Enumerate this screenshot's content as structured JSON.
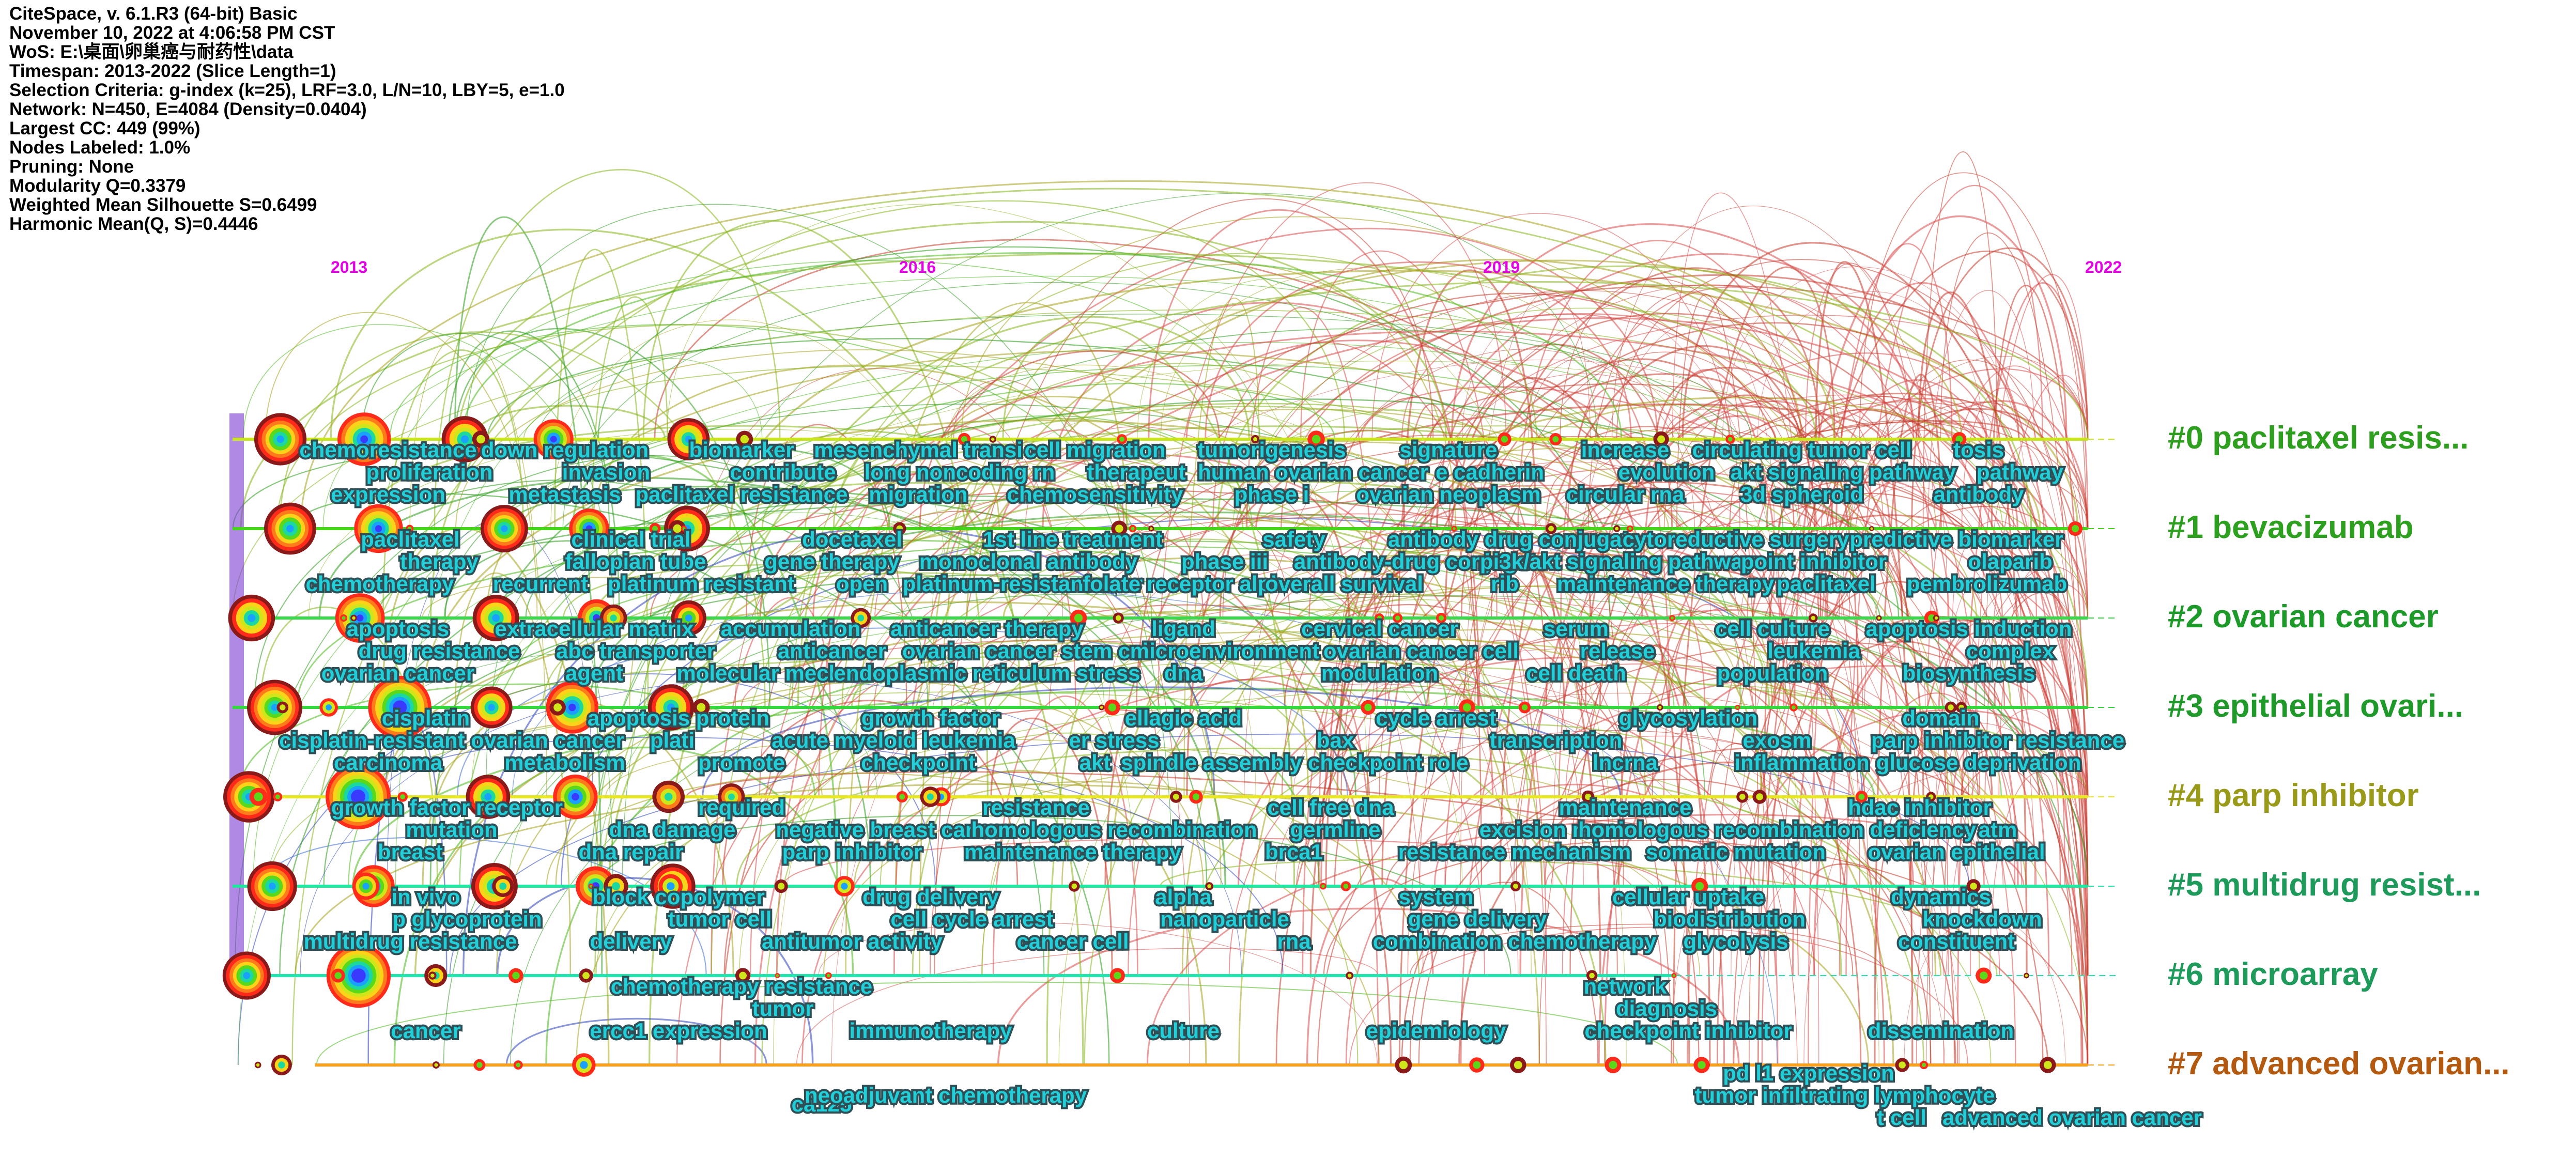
{
  "info": [
    "CiteSpace, v. 6.1.R3 (64-bit) Basic",
    "November 10, 2022 at 4:06:58 PM CST",
    "WoS: E:\\桌面\\卵巢癌与耐药性\\data",
    "Timespan: 2013-2022 (Slice Length=1)",
    "Selection Criteria: g-index (k=25), LRF=3.0, L/N=10, LBY=5, e=1.0",
    "Network: N=450, E=4084 (Density=0.0404)",
    "Largest CC: 449 (99%)",
    "Nodes Labeled: 1.0%",
    "Pruning: None",
    "Modularity Q=0.3379",
    "Weighted Mean Silhouette S=0.6499",
    "Harmonic Mean(Q, S)=0.4446"
  ],
  "years": [
    "2013",
    "2016",
    "2019",
    "2022"
  ],
  "colors": {
    "year": "#e600e6",
    "keyword_fill": "#22cfd9",
    "keyword_outline": "#2f4f57"
  },
  "clusters": [
    {
      "label": "#0 paclitaxel resis...",
      "color": "#2e9e1f",
      "line": "#c8e61a",
      "start": 2013,
      "end": 2022
    },
    {
      "label": "#1 bevacizumab",
      "color": "#2ea01f",
      "line": "#45d61a",
      "start": 2013,
      "end": 2022
    },
    {
      "label": "#2 ovarian cancer",
      "color": "#1e9a2a",
      "line": "#3ad84a",
      "start": 2013,
      "end": 2022
    },
    {
      "label": "#3 epithelial ovari...",
      "color": "#1f9a2a",
      "line": "#33d93c",
      "start": 2013,
      "end": 2022
    },
    {
      "label": "#4 parp inhibitor",
      "color": "#9a9a1a",
      "line": "#e8e822",
      "start": 2013,
      "end": 2022
    },
    {
      "label": "#5 multidrug resist...",
      "color": "#1e9a5a",
      "line": "#22e6a0",
      "start": 2013,
      "end": 2022
    },
    {
      "label": "#6 microarray",
      "color": "#1e9a5a",
      "line": "#22e6b0",
      "start": 2013,
      "end": 2020
    },
    {
      "label": "#7 advanced ovarian...",
      "color": "#b35a10",
      "line": "#f5a020",
      "start": 2013.4,
      "end": 2022
    }
  ],
  "keywords": [
    [
      [
        "chemoresistance",
        "down regulation",
        "biomarker",
        "mesenchymal transi",
        "cell migration",
        "tumorigenesis",
        "signature",
        "increase",
        "circulating tumor cell",
        "tosis"
      ],
      [
        "proliferation",
        "invasion",
        "contribute",
        "long noncoding rn",
        "therapeut",
        "human ovarian cancer",
        "e cadherin",
        "evolution",
        "akt signaling pathway",
        "pathway"
      ],
      [
        "expression",
        "metastasis",
        "paclitaxel resistance",
        "migration",
        "chemosensitivity",
        "phase i",
        "ovarian neoplasm",
        "circular rna",
        "3d spheroid",
        "antibody"
      ]
    ],
    [
      [
        "paclitaxel",
        "clinical trial",
        "docetaxel",
        "1st line treatment",
        "safety",
        "antibody drug conjugate",
        "cytoreductive surgery",
        "predictive biomarker"
      ],
      [
        "therapy",
        "fallopian tube",
        "gene therapy",
        "monoclonal antibody",
        "phase iii",
        "antibody-drug conjugate",
        "pi3k/akt signaling pathway",
        "point inhibitor",
        "olaparib"
      ],
      [
        "chemotherapy",
        "recurrent",
        "platinum resistant",
        "open",
        "platinum-resistant ovar",
        "folate receptor alph",
        "overall survival",
        "rib",
        "maintenance therapy",
        "paclitaxel",
        "pembrolizumab"
      ]
    ],
    [
      [
        "apoptosis",
        "extracellular matrix",
        "accumulation",
        "anticancer therapy",
        "ligand",
        "cervical cancer",
        "serum",
        "cell culture",
        "apoptosis induction"
      ],
      [
        "drug resistance",
        "abc transporter",
        "anticancer",
        "ovarian cancer stem cell",
        "microenvironment",
        "ovarian cancer cell",
        "release",
        "leukemia",
        "complex"
      ],
      [
        "ovarian cancer",
        "agent",
        "molecular mechanism",
        "endoplasmic reticulum stress",
        "dna",
        "modulation",
        "cell death",
        "population",
        "biosynthesis"
      ]
    ],
    [
      [
        "cisplatin",
        "apoptosis protein",
        "growth factor",
        "ellagic acid",
        "cycle arrest",
        "glycosylation",
        "domain"
      ],
      [
        "cisplatin-resistant ovarian cancer",
        "plati",
        "acute myeloid leukemia",
        "er stress",
        "bax",
        "transcription",
        "exosm",
        "parp inhibitor resistance"
      ],
      [
        "carcinoma",
        "metabolism",
        "promote",
        "checkpoint",
        "akt",
        "spindle assembly checkpoint",
        "role",
        "lncrna",
        "inflammation",
        "glucose deprivation"
      ]
    ],
    [
      [
        "growth factor receptor",
        "required",
        "resistance",
        "cell free dna",
        "maintenance",
        "hdac inhibitor"
      ],
      [
        "mutation",
        "dna damage",
        "negative breast cancer",
        "homologous recombination",
        "germline",
        "excision repair",
        "homologous recombination deficiency",
        "atm"
      ],
      [
        "breast",
        "dna repair",
        "parp inhibitor",
        "maintenance therapy",
        "brca1",
        "resistance mechanism",
        "somatic mutation",
        "ovarian epithelial"
      ]
    ],
    [
      [
        "in vivo",
        "block copolymer",
        "drug delivery",
        "alpha",
        "system",
        "cellular uptake",
        "dynamics"
      ],
      [
        "p glycoprotein",
        "tumor cell",
        "cell cycle arrest",
        "nanoparticle",
        "gene delivery",
        "biodistribution",
        "knockdown"
      ],
      [
        "multidrug resistance",
        "delivery",
        "antitumor activity",
        "cancer cell",
        "rna",
        "combination chemotherapy",
        "glycolysis",
        "constituent"
      ]
    ],
    [
      [
        "chemotherapy resistance",
        "network"
      ],
      [
        "tumor",
        "diagnosis"
      ],
      [
        "cancer",
        "ercc1 expression",
        "immunotherapy",
        "culture",
        "epidemiology",
        "checkpoint inhibitor",
        "dissemination"
      ]
    ],
    [
      [
        "ca125",
        "pd l1 expression"
      ],
      [
        "neoadjuvant chemotherapy",
        "tumor infiltrating lymphocyte"
      ],
      [
        "t cell",
        "advanced ovarian cancer"
      ]
    ]
  ]
}
